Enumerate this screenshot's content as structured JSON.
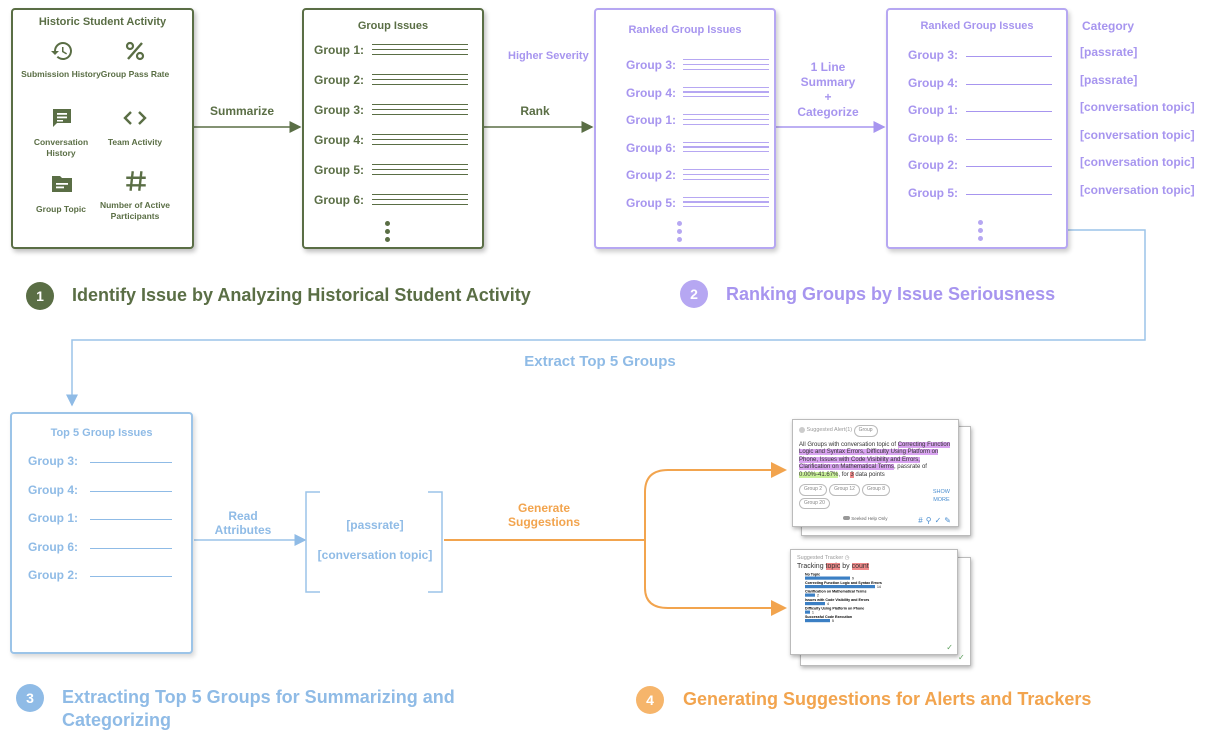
{
  "colors": {
    "green": "#5a6e45",
    "purple": "#a795ef",
    "blue": "#8fbbe6",
    "orange": "#f2a44e"
  },
  "panel1": {
    "title": "Historic Student Activity",
    "items": [
      {
        "label": "Submission History",
        "icon": "history-icon"
      },
      {
        "label": "Group Pass Rate",
        "icon": "percent-icon"
      },
      {
        "label": "Conversation History",
        "icon": "chat-icon"
      },
      {
        "label": "Team Activity",
        "icon": "code-icon"
      },
      {
        "label": "Group Topic",
        "icon": "folder-icon"
      },
      {
        "label": "Number of Active Participants",
        "icon": "hash-icon"
      }
    ]
  },
  "panel2": {
    "title": "Group Issues",
    "groups": [
      "Group 1:",
      "Group 2:",
      "Group 3:",
      "Group 4:",
      "Group 5:",
      "Group 6:"
    ]
  },
  "panel3": {
    "title": "Ranked Group Issues",
    "axis_label": "Higher Severity",
    "groups": [
      "Group 3:",
      "Group 4:",
      "Group 1:",
      "Group 6:",
      "Group 2:",
      "Group 5:"
    ]
  },
  "panel4": {
    "title": "Ranked Group Issues",
    "category_header": "Category",
    "groups": [
      "Group 3:",
      "Group 4:",
      "Group 1:",
      "Group 6:",
      "Group 2:",
      "Group 5:"
    ],
    "categories": [
      "[passrate]",
      "[passrate]",
      "[conversation topic]",
      "[conversation topic]",
      "[conversation topic]",
      "[conversation topic]"
    ]
  },
  "arrows": {
    "summarize": "Summarize",
    "rank": "Rank",
    "summary_line1": "1 Line",
    "summary_line2": "Summary",
    "summary_line3": "+",
    "summary_line4": "Categorize",
    "extract": "Extract Top 5 Groups",
    "read_line1": "Read",
    "read_line2": "Attributes",
    "generate_line1": "Generate",
    "generate_line2": "Suggestions"
  },
  "steps": {
    "s1": {
      "num": "1",
      "text": "Identify Issue by Analyzing Historical Student Activity"
    },
    "s2": {
      "num": "2",
      "text": "Ranking Groups by Issue Seriousness"
    },
    "s3": {
      "num": "3",
      "line1": "Extracting Top 5 Groups for Summarizing and",
      "line2": "Categorizing"
    },
    "s4": {
      "num": "4",
      "text": "Generating Suggestions for Alerts and Trackers"
    }
  },
  "panel5": {
    "title": "Top 5 Group Issues",
    "groups": [
      "Group 3:",
      "Group 4:",
      "Group 1:",
      "Group 6:",
      "Group 2:"
    ]
  },
  "attributes": {
    "a1": "[passrate]",
    "a2": "[conversation topic]"
  },
  "alert_card": {
    "header": "Suggested Alert(1)",
    "header_chip": "Group",
    "body_prefix": "All Groups with conversation topic of ",
    "body_highlight": "Correcting Function Logic and Syntax Errors, Difficulty Using Platform on Phone, Issues with Code Visibility and Errors, Clarification on Mathematical Terms",
    "body_mid": ", passrate of ",
    "body_range": "0.00%-41.67%",
    "body_for": ", for ",
    "body_count": "3",
    "body_suffix": " data points",
    "chips": [
      "Group 2",
      "Group 12",
      "Group 8",
      "Group 20"
    ],
    "show_more_1": "SHOW",
    "show_more_2": "MORE",
    "footer_toggle": "Seeked Help Only"
  },
  "tracker_card": {
    "header": "Suggested Tracker",
    "title_prefix": "Tracking ",
    "title_topic": "topic",
    "title_mid": " by ",
    "title_count": "count",
    "rows": [
      {
        "label": "No Topic",
        "value": 9
      },
      {
        "label": "Correcting Function Logic and Syntax Errors",
        "value": 14
      },
      {
        "label": "Clarification on Mathematical Terms",
        "value": 2
      },
      {
        "label": "Issues with Code Visibility and Errors",
        "value": 4
      },
      {
        "label": "Difficulty Using Platform on Phone",
        "value": 1
      },
      {
        "label": "Successful Code Execution",
        "value": 5
      }
    ]
  }
}
